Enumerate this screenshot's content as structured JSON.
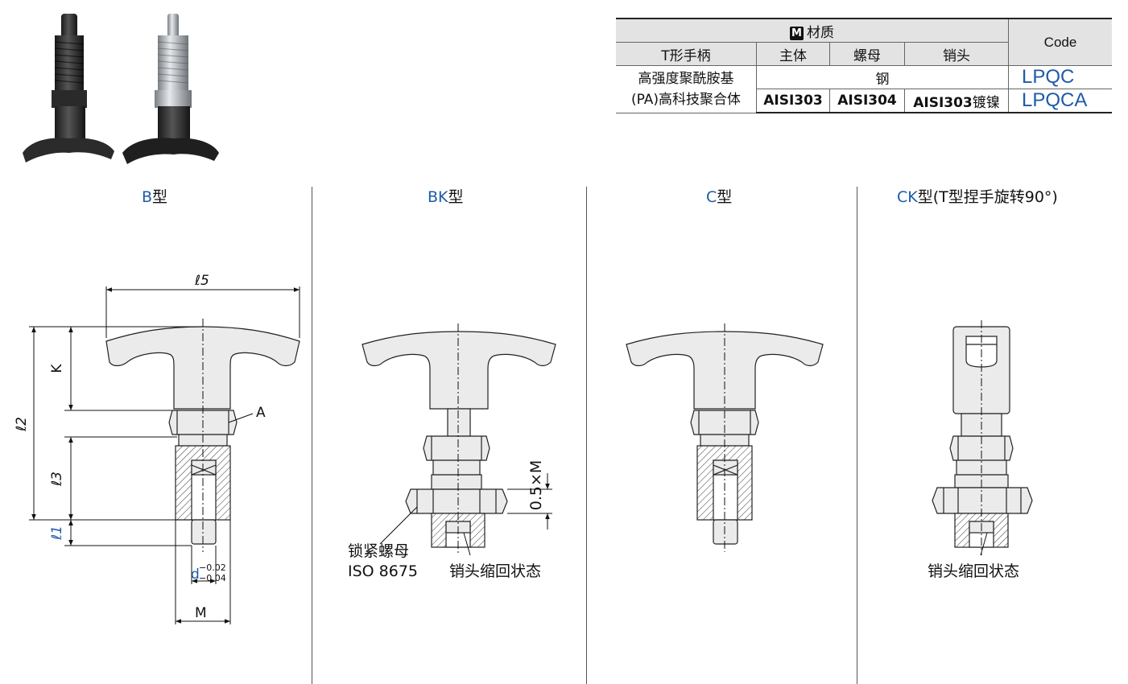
{
  "table": {
    "material_header": "材质",
    "material_badge": "M",
    "code_header": "Code",
    "col_handle": "T形手柄",
    "col_body": "主体",
    "col_nut": "螺母",
    "col_pin": "销头",
    "handle_material_line1": "高强度聚酰胺基",
    "handle_material_line2": "(PA)高科技聚合体",
    "steel": "钢",
    "stainless_body": "AISI303",
    "stainless_nut": "AISI304",
    "stainless_pin_grade": "AISI303",
    "stainless_pin_suffix": "镀镍",
    "code_steel": "LPQC",
    "code_stainless": "LPQCA"
  },
  "panels": {
    "b": {
      "title_code": "B",
      "title_suffix": "型"
    },
    "bk": {
      "title_code": "BK",
      "title_suffix": "型"
    },
    "c": {
      "title_code": "C",
      "title_suffix": "型"
    },
    "ck": {
      "title_code": "CK",
      "title_suffix": "型(T型捏手旋转90°)"
    }
  },
  "dimensions": {
    "l5": "ℓ5",
    "k": "K",
    "l2": "ℓ2",
    "l3": "ℓ3",
    "l1": "ℓ1",
    "a": "A",
    "d": "d",
    "d_tol_upper": "−0.02",
    "d_tol_lower": "−0.04",
    "m": "M",
    "half_m": "0.5×M"
  },
  "labels": {
    "lock_nut_line1": "锁紧螺母",
    "lock_nut_line2": "ISO 8675",
    "retracted": "销头缩回状态"
  },
  "colors": {
    "part_fill": "#ebebeb",
    "title_blue": "#1d5ba8"
  }
}
